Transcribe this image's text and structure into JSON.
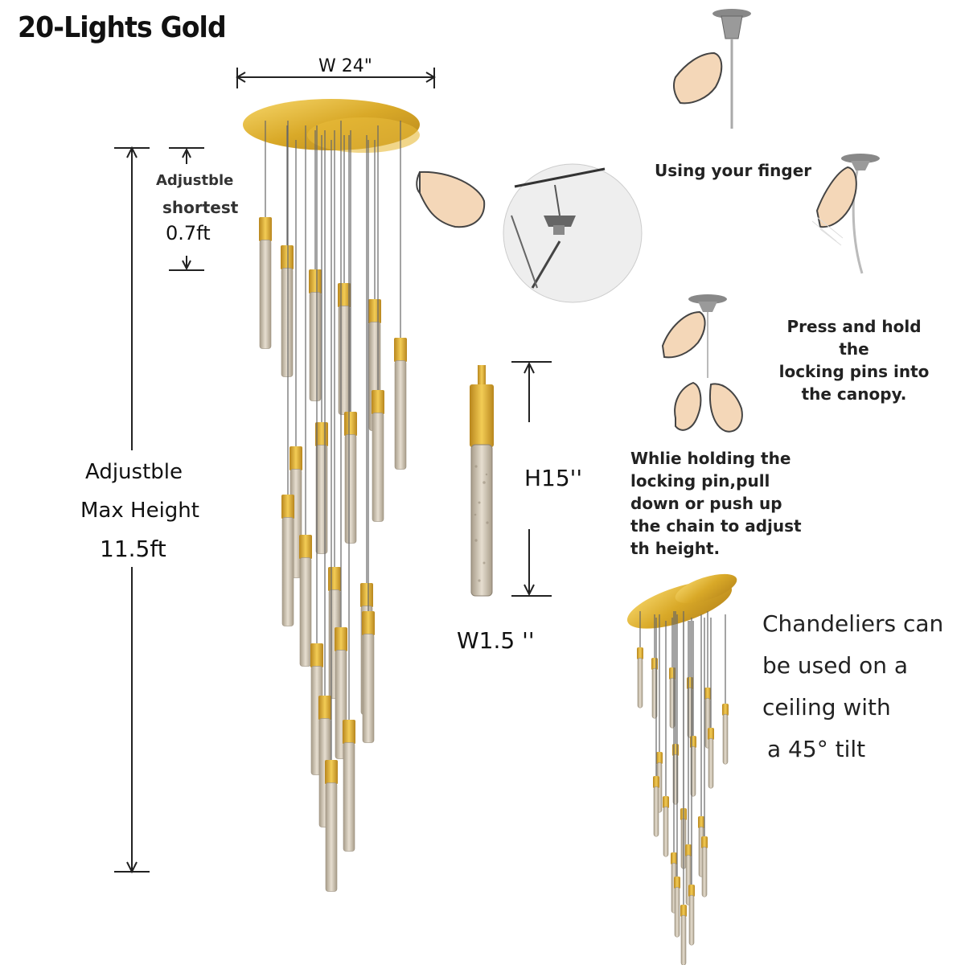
{
  "title": "20-Lights Gold",
  "dimensions": {
    "width": "W 24\"",
    "adjustable_shortest_line1": "Adjustble",
    "adjustable_shortest_line2": "shortest",
    "adjustable_shortest_value": "0.7ft",
    "max_height_line1": "Adjustble",
    "max_height_line2": "Max Height",
    "max_height_value": "11.5ft",
    "pendant_height": "H15''",
    "pendant_width": "W1.5 ''"
  },
  "instructions": {
    "step1": "Using your finger",
    "step2": [
      "Press and hold the",
      "locking pins into",
      "the canopy."
    ],
    "step3": [
      "Whlie holding the",
      "locking pin,pull",
      "down or push up",
      "the chain to adjust",
      "th height."
    ],
    "tilt_note": [
      "Chandeliers can",
      "be used on a",
      "ceiling with",
      "a 45°  tilt"
    ]
  },
  "colors": {
    "gold": "#d9a928",
    "gold_light": "#f2cf5b",
    "crystal": "#c9bfae",
    "skin": "#f3d5b5",
    "wire": "#555555"
  }
}
